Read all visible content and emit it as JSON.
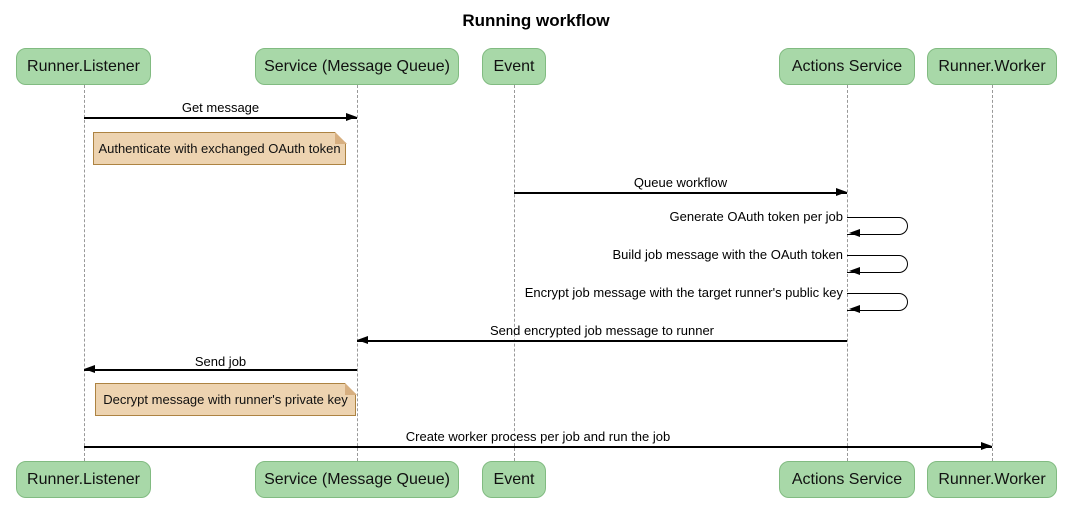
{
  "diagram": {
    "title": "Running workflow",
    "participants": [
      {
        "id": "runner-listener",
        "name": "Runner.Listener"
      },
      {
        "id": "service-message-queue",
        "name": "Service (Message Queue)"
      },
      {
        "id": "event",
        "name": "Event"
      },
      {
        "id": "actions-service",
        "name": "Actions Service"
      },
      {
        "id": "runner-worker",
        "name": "Runner.Worker"
      }
    ],
    "messages": [
      {
        "label": "Get message",
        "from": "Runner.Listener",
        "to": "Service (Message Queue)",
        "direction": "right"
      },
      {
        "label": "Queue workflow",
        "from": "Event",
        "to": "Actions Service",
        "direction": "right"
      },
      {
        "label": "Generate OAuth token per job",
        "from": "Actions Service",
        "to": "Actions Service",
        "direction": "self"
      },
      {
        "label": "Build job message with the OAuth token",
        "from": "Actions Service",
        "to": "Actions Service",
        "direction": "self"
      },
      {
        "label": "Encrypt job message with the target runner's public key",
        "from": "Actions Service",
        "to": "Actions Service",
        "direction": "self"
      },
      {
        "label": "Send encrypted job message to runner",
        "from": "Actions Service",
        "to": "Service (Message Queue)",
        "direction": "left"
      },
      {
        "label": "Send job",
        "from": "Service (Message Queue)",
        "to": "Runner.Listener",
        "direction": "left"
      },
      {
        "label": "Create worker process per job and run the job",
        "from": "Runner.Listener",
        "to": "Runner.Worker",
        "direction": "right"
      }
    ],
    "notes": [
      {
        "text": "Authenticate with exchanged OAuth token",
        "over": "Runner.Listener / Service (Message Queue)"
      },
      {
        "text": "Decrypt message with runner's private key",
        "over": "Runner.Listener / Service (Message Queue)"
      }
    ],
    "colors": {
      "participant_fill": "#a8d8a8",
      "participant_border": "#81bb81",
      "note_fill": "#edd3b0",
      "note_border": "#ad8342",
      "lifeline": "#999999",
      "line": "#000000"
    }
  }
}
